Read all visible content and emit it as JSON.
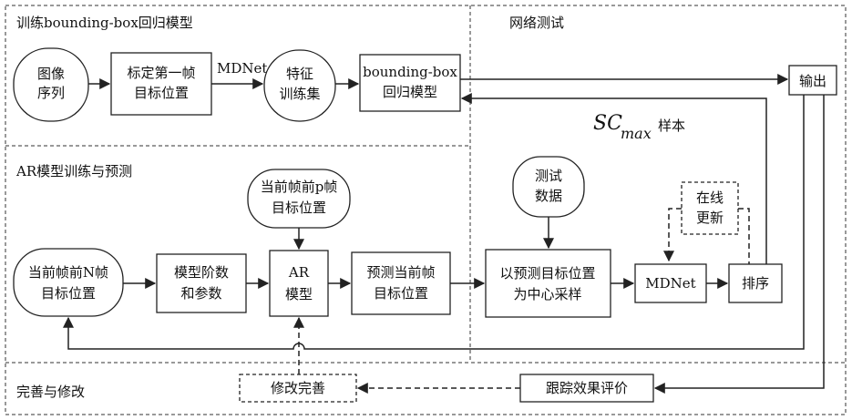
{
  "sections": {
    "train_bbox": "训练bounding-box回归模型",
    "network_test": "网络测试",
    "ar_train": "AR模型训练与预测",
    "refine": "完善与修改"
  },
  "nodes": {
    "image_seq": [
      "图像",
      "序列"
    ],
    "mark_first": [
      "标定第一帧",
      "目标位置"
    ],
    "feature_set": [
      "特征",
      "训练集"
    ],
    "bbox_model": [
      "bounding-box",
      "回归模型"
    ],
    "output": "输出",
    "test_data": [
      "测试",
      "数据"
    ],
    "online_update": [
      "在线",
      "更新"
    ],
    "prev_p": [
      "当前帧前p帧",
      "目标位置"
    ],
    "prev_n": [
      "当前帧前N帧",
      "目标位置"
    ],
    "model_order": [
      "模型阶数",
      "和参数"
    ],
    "ar_model": [
      "AR",
      "模型"
    ],
    "predict_current": [
      "预测当前帧",
      "目标位置"
    ],
    "sample_center": [
      "以预测目标位置",
      "为中心采样"
    ],
    "mdnet": "MDNet",
    "sort": "排序",
    "modify": "修改完善",
    "track_eval": "跟踪效果评价"
  },
  "edge_labels": {
    "mdnet_label": "MDNet",
    "sc_max": "SC",
    "sc_max_sub": "max",
    "sample_word": "样本"
  }
}
